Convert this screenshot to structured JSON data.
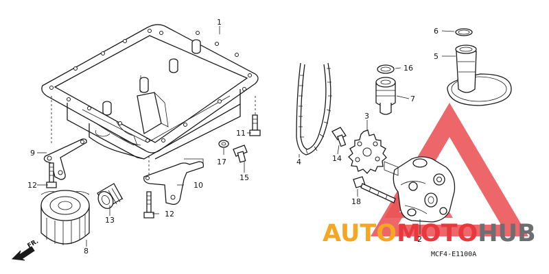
{
  "diagram": {
    "callouts": {
      "p1": "1",
      "p2": "2",
      "p3": "3",
      "p4": "4",
      "p5": "5",
      "p6": "6",
      "p7": "7",
      "p8": "8",
      "p9": "9",
      "p10": "10",
      "p11": "11",
      "p12a": "12",
      "p12b": "12",
      "p13": "13",
      "p14": "14",
      "p15": "15",
      "p16": "16",
      "p17": "17",
      "p18": "18"
    },
    "direction_label": "FR.",
    "drawing_code": "MCF4-E1100A"
  },
  "watermark": {
    "text_part1": "AUTO",
    "text_part2": "MOTO",
    "text_part3": "HUB",
    "color_orange": "#f5a623",
    "color_red": "#e8383d",
    "color_gray": "#6d6e71"
  }
}
